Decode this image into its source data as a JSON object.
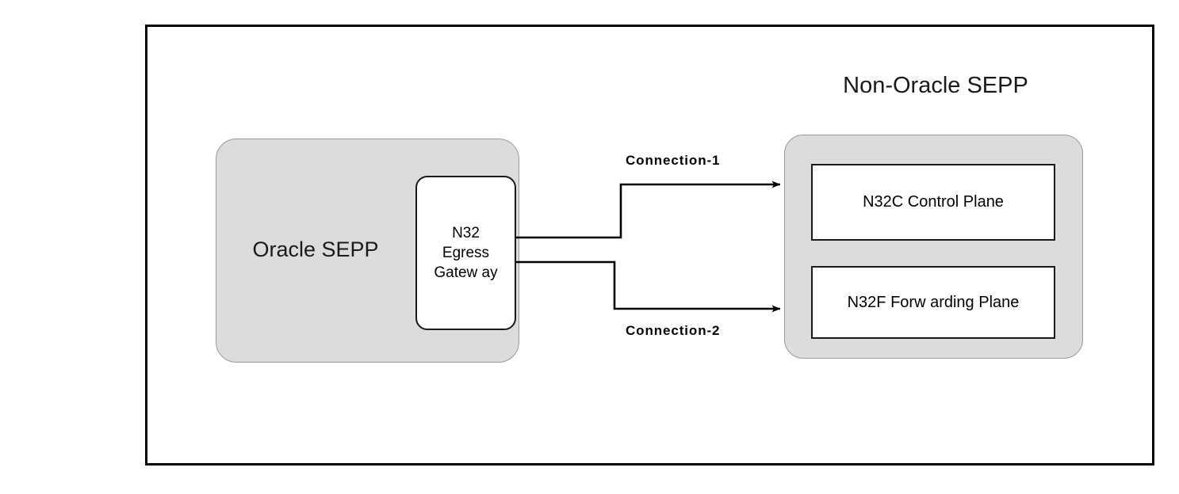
{
  "diagram": {
    "title_right": "Non-Oracle SEPP",
    "containers": [
      {
        "id": "oracle-sepp",
        "label": "Oracle SEPP"
      },
      {
        "id": "non-oracle-sepp",
        "label": "Non-Oracle SEPP"
      }
    ],
    "nodes": {
      "egress_gateway": "N32\nEgress\nGatew ay",
      "control_plane": "N32C Control Plane",
      "forwarding_plane": "N32F Forw arding Plane"
    },
    "connections": [
      {
        "id": "connection-1",
        "label": "Connection-1",
        "from": "N32 Egress Gatew ay",
        "to": "N32C Control Plane"
      },
      {
        "id": "connection-2",
        "label": "Connection-2",
        "from": "N32 Egress Gatew ay",
        "to": "N32F Forw arding Plane"
      }
    ],
    "colors": {
      "container_fill": "#dcdcdc",
      "container_stroke": "#9a9a9a",
      "node_fill": "#ffffff",
      "node_stroke": "#1a1a1a",
      "frame_stroke": "#000000",
      "text": "#000000",
      "background": "#ffffff"
    }
  }
}
